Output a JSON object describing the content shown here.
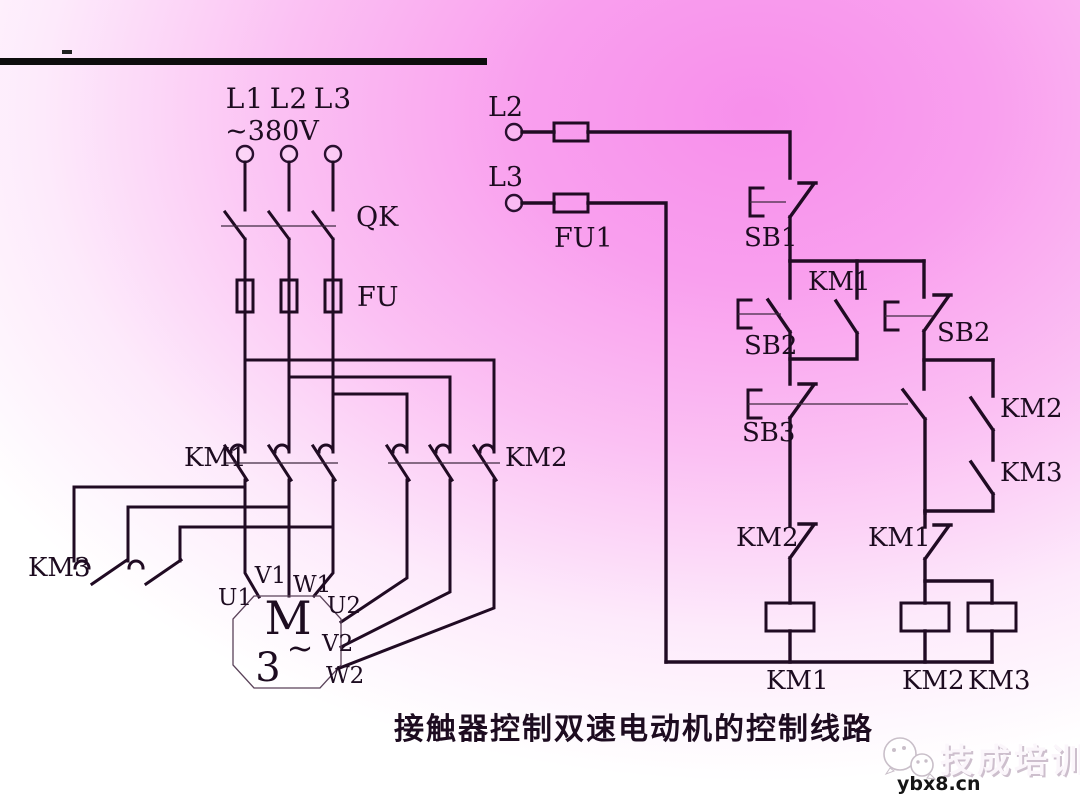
{
  "title": "接触器控制双速电动机的控制线路",
  "watermark": {
    "brand": "技成培训",
    "site": "ybx8.cn"
  },
  "colors": {
    "background_pink": "#f78feb",
    "line": "#200b23"
  },
  "power_circuit": {
    "phase_labels": [
      "L1",
      "L2",
      "L3"
    ],
    "voltage": "~380V",
    "knife_switch": "QK",
    "fuses": "FU",
    "low_speed_contactor": "KM1",
    "high_speed_contactor": "KM2",
    "star_contactor": "KM3",
    "motor": {
      "letter": "M",
      "phases": "3",
      "ac_symbol": "~",
      "terminals": {
        "u1": "U1",
        "v1": "V1",
        "w1": "W1",
        "u2": "U2",
        "v2": "V2",
        "w2": "W2"
      }
    }
  },
  "control_circuit": {
    "phase_l2": "L2",
    "phase_l3": "L3",
    "fuse": "FU1",
    "stop_button": "SB1",
    "selfhold_contact": "KM1",
    "start_button_no": "SB2",
    "start_button_nc": "SB2",
    "speed_button": "SB3",
    "km2_selfhold": "KM2",
    "km3_selfhold": "KM3",
    "km2_interlock": "KM2",
    "km1_interlock": "KM1",
    "coil_labels": [
      "KM1",
      "KM2",
      "KM3"
    ]
  }
}
